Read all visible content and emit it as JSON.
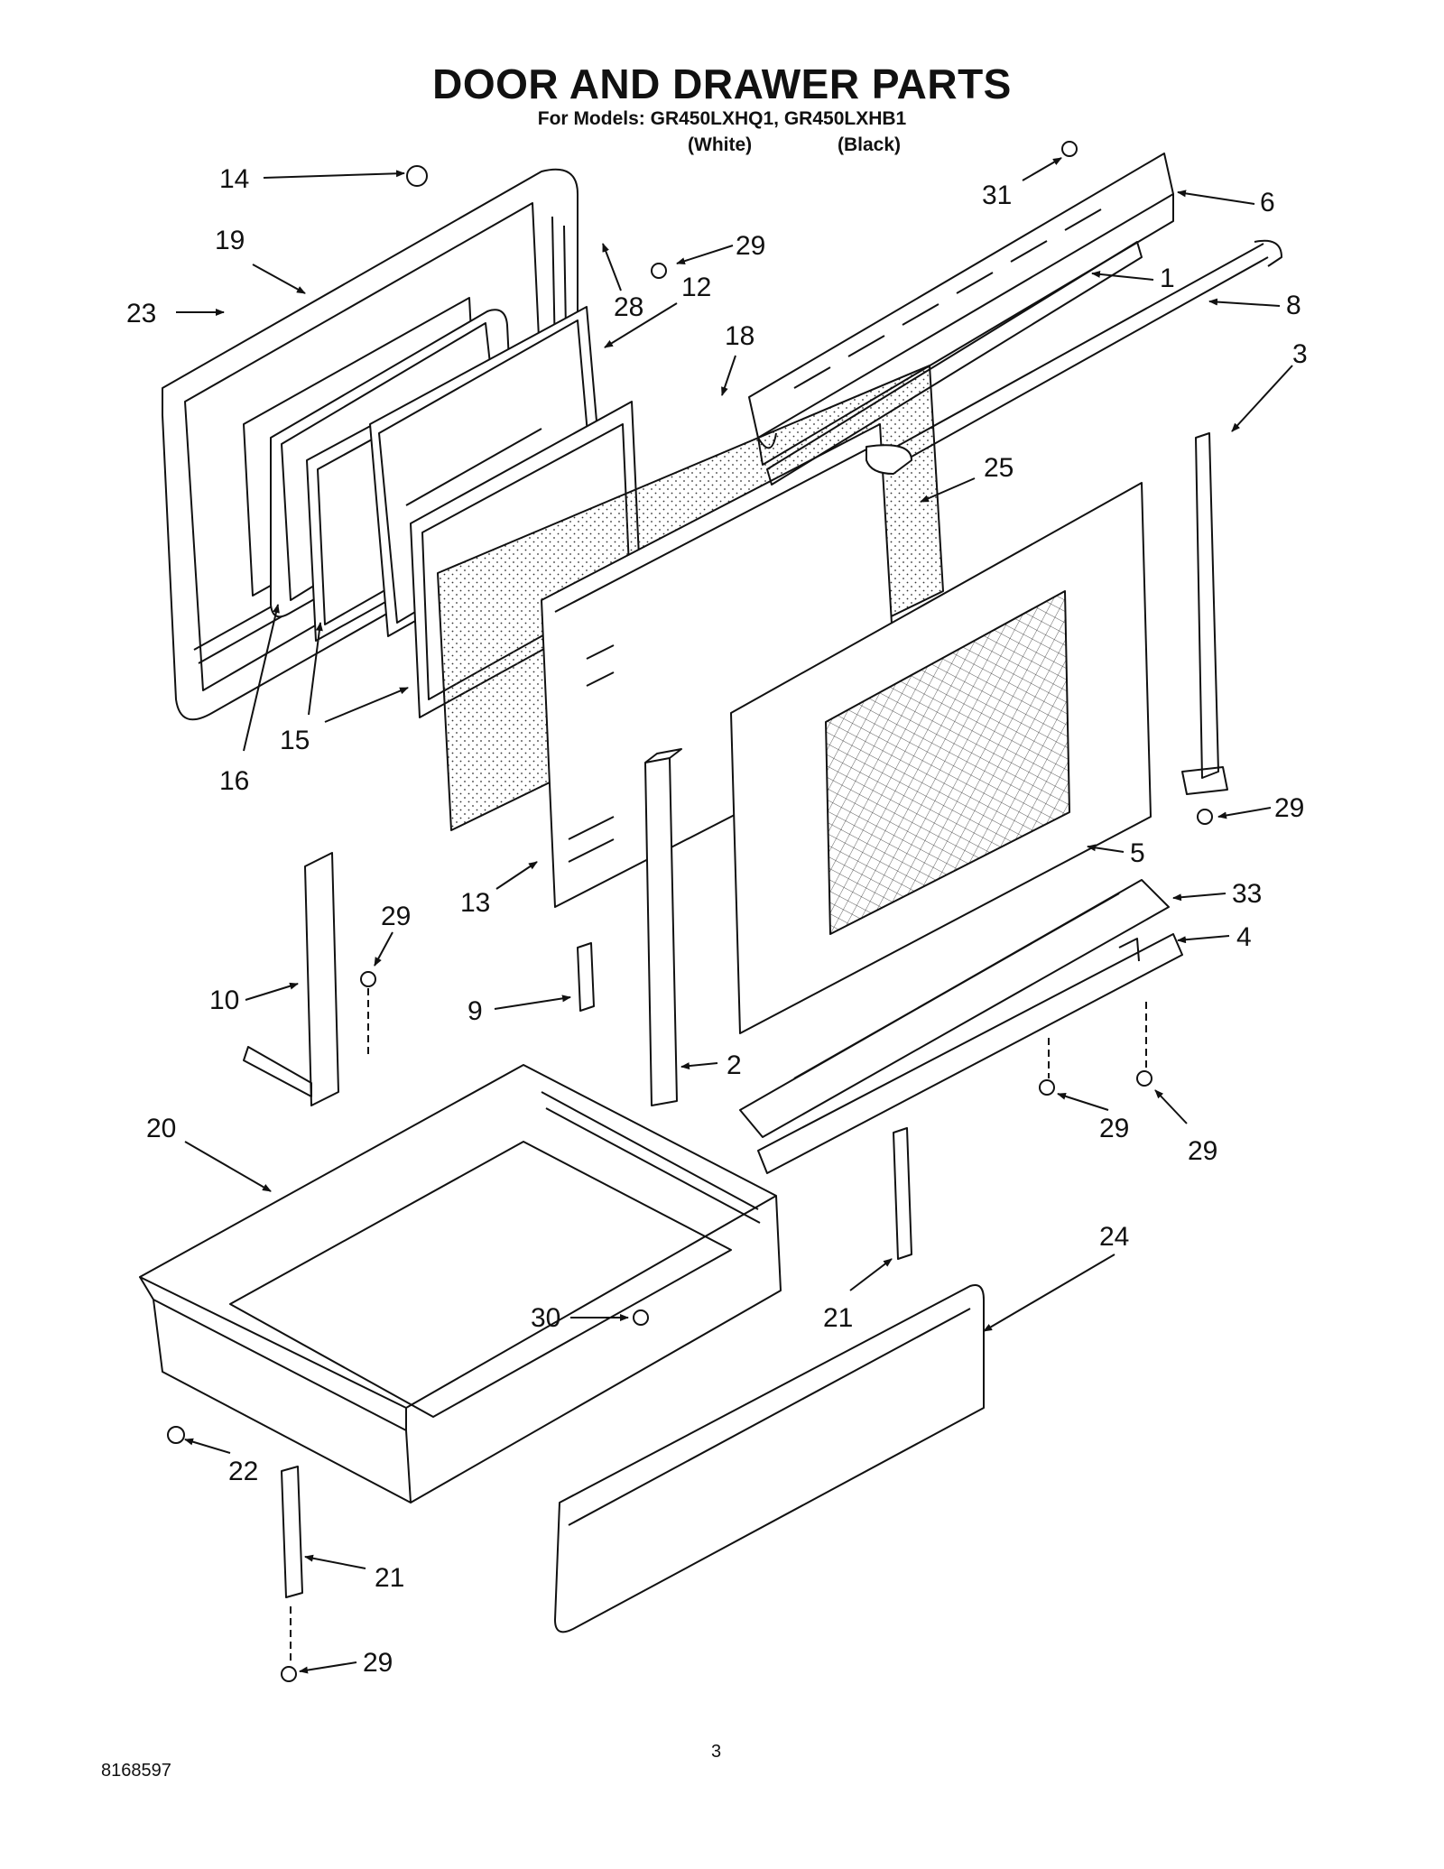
{
  "header": {
    "title": "DOOR AND DRAWER PARTS",
    "models_line": "For Models: GR450LXHQ1, GR450LXHB1",
    "color_white": "(White)",
    "color_black": "(Black)"
  },
  "callouts": [
    {
      "id": "c14",
      "label": "14"
    },
    {
      "id": "c19",
      "label": "19"
    },
    {
      "id": "c23",
      "label": "23"
    },
    {
      "id": "c16",
      "label": "16"
    },
    {
      "id": "c15",
      "label": "15"
    },
    {
      "id": "c28",
      "label": "28"
    },
    {
      "id": "c12",
      "label": "12"
    },
    {
      "id": "c29a",
      "label": "29"
    },
    {
      "id": "c18",
      "label": "18"
    },
    {
      "id": "c31",
      "label": "31"
    },
    {
      "id": "c6",
      "label": "6"
    },
    {
      "id": "c1",
      "label": "1"
    },
    {
      "id": "c8",
      "label": "8"
    },
    {
      "id": "c3",
      "label": "3"
    },
    {
      "id": "c25",
      "label": "25"
    },
    {
      "id": "c29b",
      "label": "29"
    },
    {
      "id": "c5",
      "label": "5"
    },
    {
      "id": "c13",
      "label": "13"
    },
    {
      "id": "c33",
      "label": "33"
    },
    {
      "id": "c4",
      "label": "4"
    },
    {
      "id": "c10",
      "label": "10"
    },
    {
      "id": "c29c",
      "label": "29"
    },
    {
      "id": "c9",
      "label": "9"
    },
    {
      "id": "c2",
      "label": "2"
    },
    {
      "id": "c29d",
      "label": "29"
    },
    {
      "id": "c29e",
      "label": "29"
    },
    {
      "id": "c20",
      "label": "20"
    },
    {
      "id": "c24",
      "label": "24"
    },
    {
      "id": "c30",
      "label": "30"
    },
    {
      "id": "c21a",
      "label": "21"
    },
    {
      "id": "c22",
      "label": "22"
    },
    {
      "id": "c21b",
      "label": "21"
    },
    {
      "id": "c29f",
      "label": "29"
    }
  ],
  "footer": {
    "doc_number": "8168597",
    "page_number": "3"
  }
}
